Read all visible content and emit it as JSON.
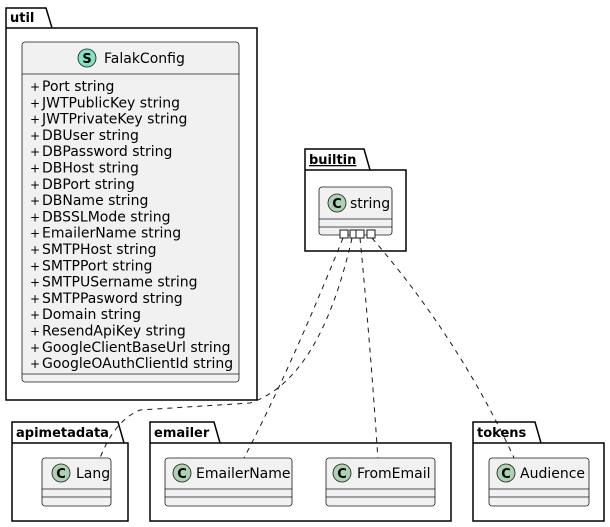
{
  "packages": {
    "util": "util",
    "builtin": "builtin",
    "apimetadata": "apimetadata",
    "emailer": "emailer",
    "tokens": "tokens"
  },
  "structs": {
    "falak_config": {
      "name": "FalakConfig",
      "stereotype_letter": "S",
      "stereotype_color": "#82E2C5",
      "visibility": "+",
      "fields": [
        "Port string",
        "JWTPublicKey string",
        "JWTPrivateKey string",
        "DBUser string",
        "DBPassword string",
        "DBHost string",
        "DBPort string",
        "DBName string",
        "DBSSLMode string",
        "EmailerName string",
        "SMTPHost string",
        "SMTPPort string",
        "SMTPUSername string",
        "SMTPPasword string",
        "Domain string",
        "ResendApiKey string",
        "GoogleClientBaseUrl string",
        "GoogleOAuthClientId string"
      ]
    }
  },
  "classes": {
    "string": {
      "name": "string",
      "stereotype_letter": "C"
    },
    "lang": {
      "name": "Lang",
      "stereotype_letter": "C"
    },
    "emailer_name": {
      "name": "EmailerName",
      "stereotype_letter": "C"
    },
    "from_email": {
      "name": "FromEmail",
      "stereotype_letter": "C"
    },
    "audience": {
      "name": "Audience",
      "stereotype_letter": "C"
    }
  },
  "colors": {
    "class_fill": "#F1F1F1",
    "class_stroke": "#181818",
    "class_stereotype": "#ADD1B2",
    "struct_stereotype": "#82E2C5"
  }
}
